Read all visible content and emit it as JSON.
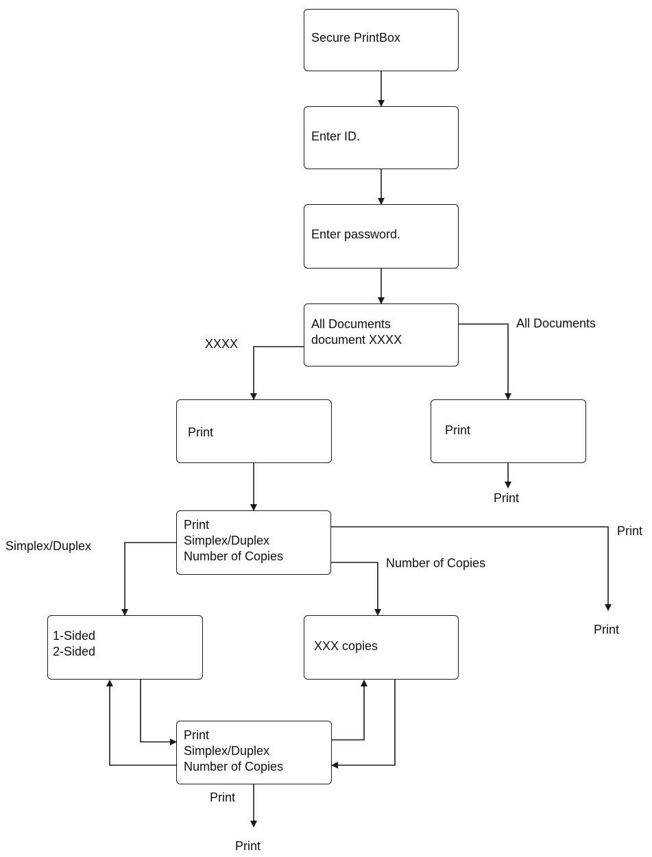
{
  "diagram": {
    "nodes": {
      "secure_printbox": {
        "lines": [
          "Secure PrintBox"
        ]
      },
      "enter_id": {
        "lines": [
          "Enter ID."
        ]
      },
      "enter_password": {
        "lines": [
          "Enter password."
        ]
      },
      "document_select": {
        "lines": [
          "All Documents",
          "document XXXX"
        ]
      },
      "print_single": {
        "lines": [
          "Print"
        ]
      },
      "print_all": {
        "lines": [
          "Print"
        ]
      },
      "print_settings": {
        "lines": [
          "Print",
          "Simplex/Duplex",
          "Number of Copies"
        ]
      },
      "sided": {
        "lines": [
          "1-Sided",
          "2-Sided"
        ]
      },
      "copies": {
        "lines": [
          "XXX copies"
        ]
      },
      "print_settings_return": {
        "lines": [
          "Print",
          "Simplex/Duplex",
          "Number of Copies"
        ]
      }
    },
    "edge_labels": {
      "xxxx": "XXXX",
      "all_documents": "All Documents",
      "print_all_result": "Print",
      "simplex_duplex": "Simplex/Duplex",
      "number_of_copies": "Number of Copies",
      "print_right": "Print",
      "print_right_result": "Print",
      "print_bottom": "Print",
      "print_bottom_result": "Print"
    },
    "colors": {
      "stroke": "#1a1a1a",
      "text": "#111111",
      "background": "#ffffff"
    }
  }
}
